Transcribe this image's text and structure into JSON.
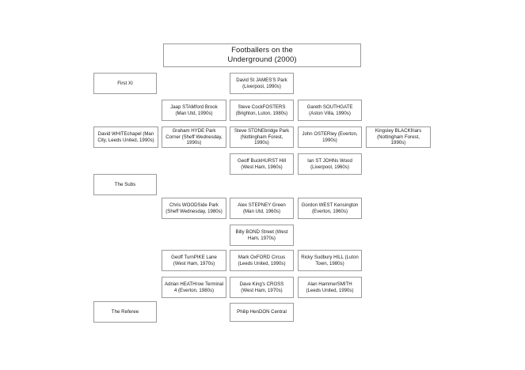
{
  "page": {
    "background_color": "#ffffff",
    "box_border_color": "#9a9a9a",
    "text_color": "#1a1a1a"
  },
  "title": {
    "line1": "Footballers on the",
    "line2": "Underground (2000)",
    "full": "Footballers on the Underground (2000)"
  },
  "groups": {
    "first_xi": "First XI",
    "subs": "The Subs",
    "referee": "The Referee"
  },
  "first_xi_players": [
    "David St JAMES'S Park (Liverpool, 1990s)",
    "Jaap STAMford Brook (Man Utd, 1990s)",
    "Steve CockFOSTERS (Brighton, Luton, 1980s)",
    "Gareth SOUTHGATE (Aston Villa, 1990s)",
    "David WHITEchapel (Man City, Leeds United, 1990s)",
    "Graham HYDE Park Corner (Sheff Wednesday, 1990s)",
    "Steve STONEbridge Park (Nottingham Forest, 1990s)",
    "John OSTERley (Everton, 1990s)",
    "Kingsley BLACKfriars (Nottingham Forest, 1990s)",
    "Geoff BuckHURST Hill (West Ham, 1960s)",
    "Ian ST JOHNs Wood (Liverpool, 1960s)"
  ],
  "subs_players": [
    "Chris WOODSide Park (Sheff Wednesday, 1980s)",
    "Alex STEPNEY Green (Man Utd, 1960s)",
    "Gordon WEST Kensington (Everton, 1960s)",
    "Billy BOND Street (West Ham, 1970s)",
    "Geoff TurnPIKE Lane (West Ham, 1970s)",
    "Mark OxFORD Circus (Leeds United, 1990s)",
    "Ricky Sudbury HILL (Luton Town, 1980s)",
    "Adrian HEATHrow Terminal 4 (Everton, 1980s)",
    "Dave King's CROSS (West Ham, 1970s)",
    "Alan HammerSMITH (Leeds United, 1990s)"
  ],
  "referee_player": "Philip HenDON Central"
}
